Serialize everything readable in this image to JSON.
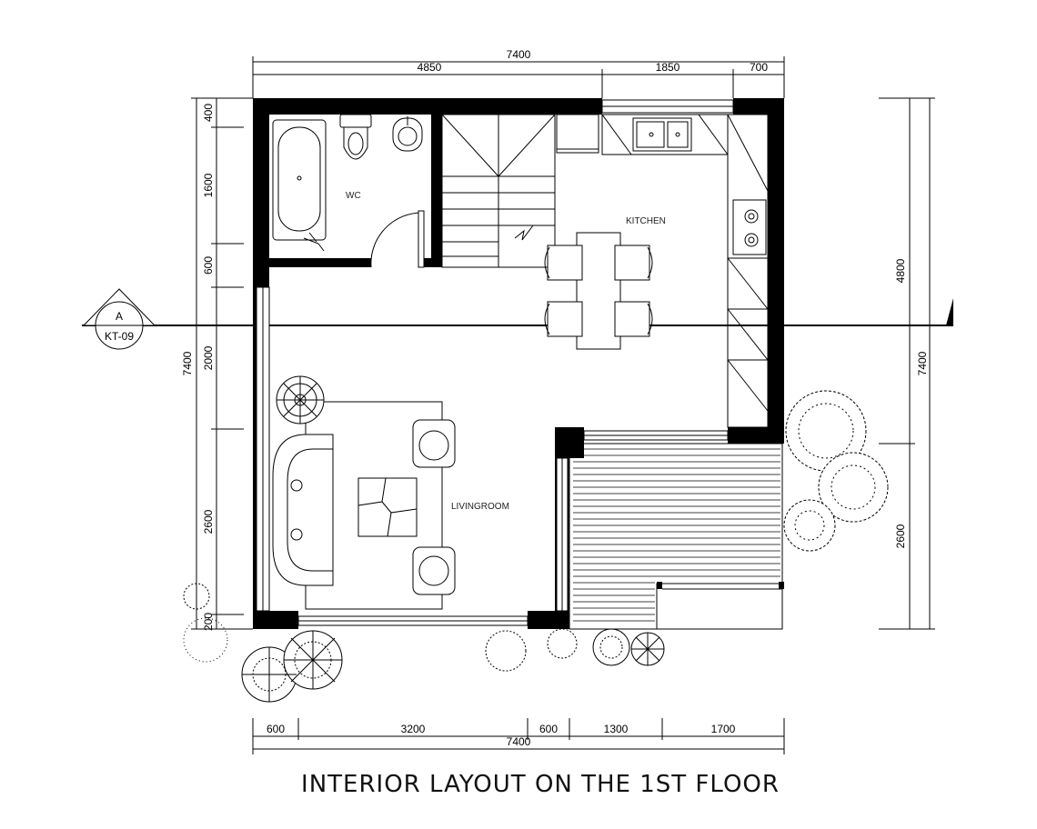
{
  "title": "INTERIOR LAYOUT ON THE 1ST FLOOR",
  "rooms": {
    "wc": "WC",
    "kitchen": "KITCHEN",
    "living": "LIVINGROOM"
  },
  "section_marker": {
    "letter": "A",
    "sheet": "KT-09"
  },
  "dimensions": {
    "top_total": "7400",
    "top_segments": [
      "4850",
      "1850",
      "700"
    ],
    "bottom_total": "7400",
    "bottom_segments": [
      "600",
      "3200",
      "600",
      "1300",
      "1700"
    ],
    "left_total": "7400",
    "left_segments": [
      "400",
      "1600",
      "600",
      "2000",
      "2600",
      "200"
    ],
    "right_total": "7400",
    "right_segments": [
      "4800",
      "2600"
    ]
  }
}
